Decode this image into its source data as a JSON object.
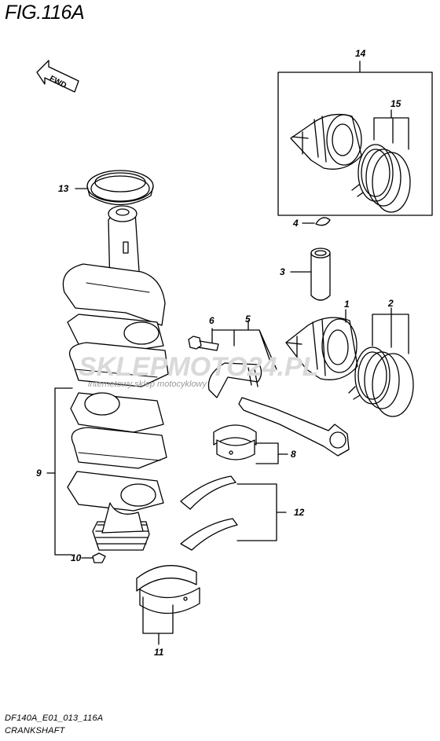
{
  "figure": {
    "title": "FIG.116A",
    "code": "DF140A_E01_013_116A",
    "name": "CRANKSHAFT",
    "fwd_label": "FWD"
  },
  "watermark": {
    "brand": "SKLEPMOTO24.PL",
    "tagline": "internetowy sklep motocyklowy"
  },
  "callouts": {
    "c1": "1",
    "c2": "2",
    "c3": "3",
    "c4": "4",
    "c5": "5",
    "c6": "6",
    "c8": "8",
    "c9": "9",
    "c10": "10",
    "c11": "11",
    "c12": "12",
    "c13": "13",
    "c14": "14",
    "c15": "15"
  }
}
